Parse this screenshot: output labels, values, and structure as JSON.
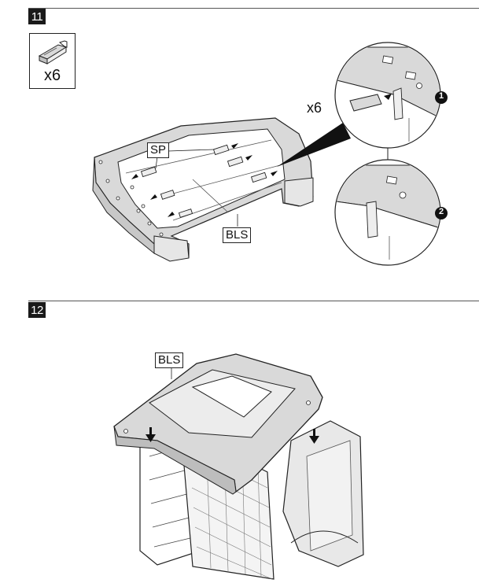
{
  "steps": [
    {
      "number": "11",
      "part_qty": "x6",
      "detail_qty": "x6",
      "tag_sp": "SP",
      "tag_bls": "BLS",
      "detail_markers": [
        "1",
        "2"
      ]
    },
    {
      "number": "12",
      "tag_bls": "BLS"
    }
  ],
  "colors": {
    "part_gray": "#d9d9d9",
    "line": "#222222",
    "badge": "#1a1a1a"
  }
}
